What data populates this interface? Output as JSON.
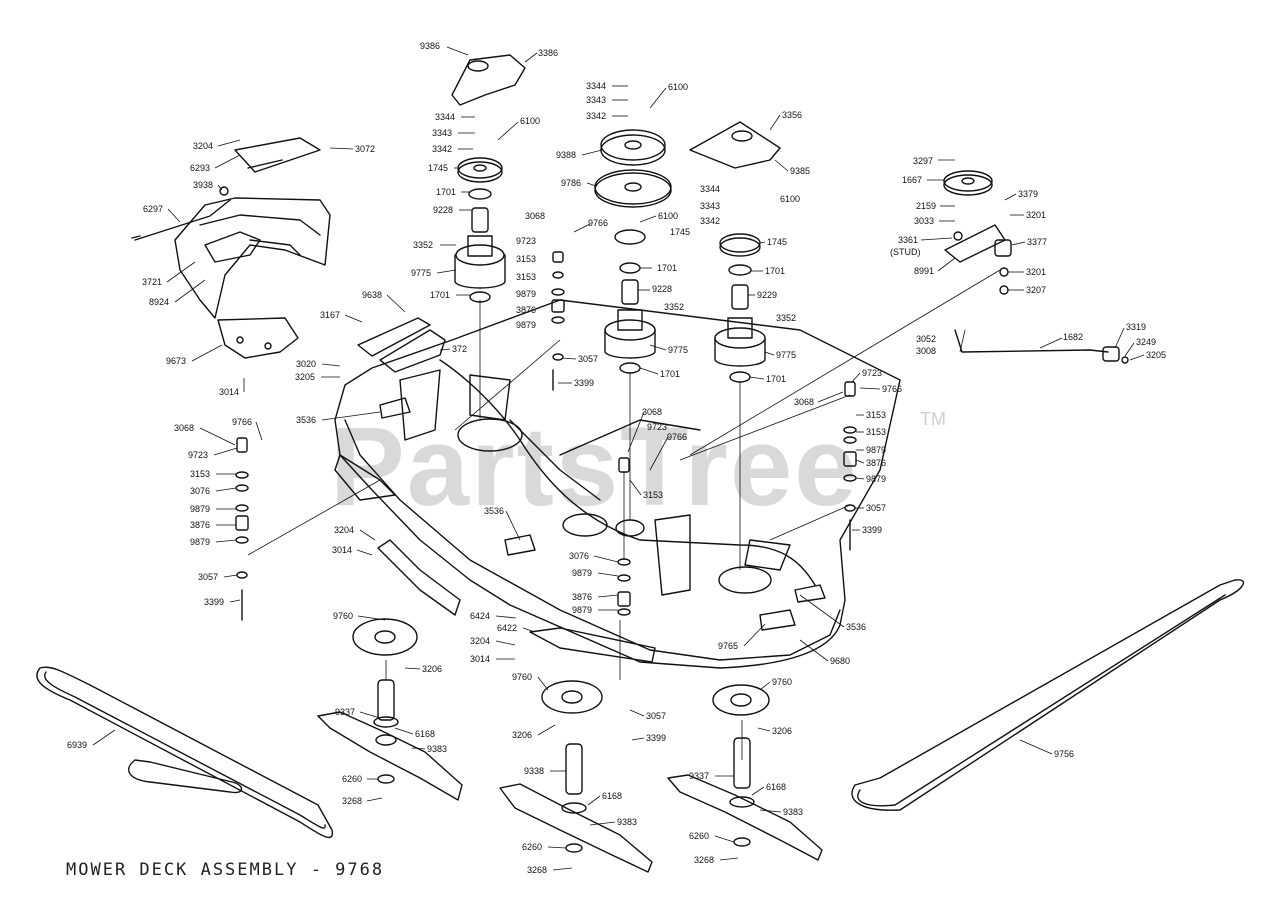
{
  "title": "MOWER DECK ASSEMBLY - 9768",
  "watermark": {
    "text": "PartsTree",
    "mark": "TM"
  },
  "callouts": [
    {
      "id": "p1",
      "text": "9386"
    },
    {
      "id": "p2",
      "text": "3386"
    },
    {
      "id": "p3",
      "text": "3344"
    },
    {
      "id": "p4",
      "text": "3343"
    },
    {
      "id": "p5",
      "text": "3342"
    },
    {
      "id": "p6",
      "text": "6100"
    },
    {
      "id": "p7",
      "text": "3344"
    },
    {
      "id": "p8",
      "text": "3343"
    },
    {
      "id": "p9",
      "text": "3342"
    },
    {
      "id": "p10",
      "text": "6100"
    },
    {
      "id": "p11",
      "text": "1745"
    },
    {
      "id": "p12",
      "text": "1701"
    },
    {
      "id": "p13",
      "text": "9228"
    },
    {
      "id": "p14",
      "text": "3352"
    },
    {
      "id": "p15",
      "text": "9775"
    },
    {
      "id": "p16",
      "text": "1701"
    },
    {
      "id": "p17",
      "text": "3068"
    },
    {
      "id": "p18",
      "text": "9723"
    },
    {
      "id": "p19",
      "text": "9766"
    },
    {
      "id": "p20",
      "text": "3153"
    },
    {
      "id": "p21",
      "text": "3153"
    },
    {
      "id": "p22",
      "text": "9879"
    },
    {
      "id": "p23",
      "text": "3876"
    },
    {
      "id": "p24",
      "text": "9879"
    },
    {
      "id": "p25",
      "text": "9388"
    },
    {
      "id": "p26",
      "text": "9786"
    },
    {
      "id": "p27",
      "text": "6100"
    },
    {
      "id": "p28",
      "text": "1745"
    },
    {
      "id": "p29",
      "text": "1701"
    },
    {
      "id": "p30",
      "text": "9228"
    },
    {
      "id": "p31",
      "text": "3352"
    },
    {
      "id": "p32",
      "text": "9775"
    },
    {
      "id": "p33",
      "text": "1701"
    },
    {
      "id": "p34",
      "text": "3356"
    },
    {
      "id": "p35",
      "text": "9385"
    },
    {
      "id": "p36",
      "text": "3344"
    },
    {
      "id": "p37",
      "text": "3343"
    },
    {
      "id": "p38",
      "text": "3342"
    },
    {
      "id": "p39",
      "text": "6100"
    },
    {
      "id": "p40",
      "text": "1745"
    },
    {
      "id": "p41",
      "text": "1701"
    },
    {
      "id": "p42",
      "text": "9229"
    },
    {
      "id": "p43",
      "text": "3352"
    },
    {
      "id": "p44",
      "text": "9775"
    },
    {
      "id": "p45",
      "text": "1701"
    },
    {
      "id": "p46",
      "text": "3297"
    },
    {
      "id": "p47",
      "text": "1667"
    },
    {
      "id": "p48",
      "text": "3379"
    },
    {
      "id": "p49",
      "text": "2159"
    },
    {
      "id": "p50",
      "text": "3201"
    },
    {
      "id": "p51",
      "text": "3033"
    },
    {
      "id": "p52",
      "text": "3361"
    },
    {
      "id": "p53",
      "text": "(STUD)"
    },
    {
      "id": "p54",
      "text": "3377"
    },
    {
      "id": "p55",
      "text": "8991"
    },
    {
      "id": "p56",
      "text": "3201"
    },
    {
      "id": "p57",
      "text": "3207"
    },
    {
      "id": "p58",
      "text": "3052"
    },
    {
      "id": "p59",
      "text": "3008"
    },
    {
      "id": "p60",
      "text": "1682"
    },
    {
      "id": "p61",
      "text": "3319"
    },
    {
      "id": "p62",
      "text": "3249"
    },
    {
      "id": "p63",
      "text": "3205"
    },
    {
      "id": "p64",
      "text": "3204"
    },
    {
      "id": "p65",
      "text": "6293"
    },
    {
      "id": "p66",
      "text": "3072"
    },
    {
      "id": "p67",
      "text": "3938"
    },
    {
      "id": "p68",
      "text": "6297"
    },
    {
      "id": "p69",
      "text": "3721"
    },
    {
      "id": "p70",
      "text": "8924"
    },
    {
      "id": "p71",
      "text": "9673"
    },
    {
      "id": "p72",
      "text": "3014"
    },
    {
      "id": "p73",
      "text": "3167"
    },
    {
      "id": "p74",
      "text": "9638"
    },
    {
      "id": "p75",
      "text": "3020"
    },
    {
      "id": "p76",
      "text": "3205"
    },
    {
      "id": "p77",
      "text": "372"
    },
    {
      "id": "p78",
      "text": "3536"
    },
    {
      "id": "p79",
      "text": "3057"
    },
    {
      "id": "p80",
      "text": "3399"
    },
    {
      "id": "p81",
      "text": "3068"
    },
    {
      "id": "p82",
      "text": "9766"
    },
    {
      "id": "p83",
      "text": "9723"
    },
    {
      "id": "p84",
      "text": "3153"
    },
    {
      "id": "p85",
      "text": "3076"
    },
    {
      "id": "p86",
      "text": "9879"
    },
    {
      "id": "p87",
      "text": "3876"
    },
    {
      "id": "p88",
      "text": "9879"
    },
    {
      "id": "p89",
      "text": "3057"
    },
    {
      "id": "p90",
      "text": "3399"
    },
    {
      "id": "p91",
      "text": "3068"
    },
    {
      "id": "p92",
      "text": "9723"
    },
    {
      "id": "p93",
      "text": "9766"
    },
    {
      "id": "p94",
      "text": "3153"
    },
    {
      "id": "p95",
      "text": "9723"
    },
    {
      "id": "p96",
      "text": "3068"
    },
    {
      "id": "p97",
      "text": "9766"
    },
    {
      "id": "p98",
      "text": "3153"
    },
    {
      "id": "p99",
      "text": "3153"
    },
    {
      "id": "p100",
      "text": "9879"
    },
    {
      "id": "p101",
      "text": "3876"
    },
    {
      "id": "p102",
      "text": "9879"
    },
    {
      "id": "p103",
      "text": "3057"
    },
    {
      "id": "p104",
      "text": "3399"
    },
    {
      "id": "p105",
      "text": "3536"
    },
    {
      "id": "p106",
      "text": "3204"
    },
    {
      "id": "p107",
      "text": "3014"
    },
    {
      "id": "p108",
      "text": "3076"
    },
    {
      "id": "p109",
      "text": "9879"
    },
    {
      "id": "p110",
      "text": "3876"
    },
    {
      "id": "p111",
      "text": "9879"
    },
    {
      "id": "p112",
      "text": "6424"
    },
    {
      "id": "p113",
      "text": "6422"
    },
    {
      "id": "p114",
      "text": "3204"
    },
    {
      "id": "p115",
      "text": "3014"
    },
    {
      "id": "p116",
      "text": "9765"
    },
    {
      "id": "p117",
      "text": "9680"
    },
    {
      "id": "p118",
      "text": "3536"
    },
    {
      "id": "p119",
      "text": "9760"
    },
    {
      "id": "p120",
      "text": "3206"
    },
    {
      "id": "p121",
      "text": "9337"
    },
    {
      "id": "p122",
      "text": "6168"
    },
    {
      "id": "p123",
      "text": "9383"
    },
    {
      "id": "p124",
      "text": "6260"
    },
    {
      "id": "p125",
      "text": "3268"
    },
    {
      "id": "p126",
      "text": "9760"
    },
    {
      "id": "p127",
      "text": "3206"
    },
    {
      "id": "p128",
      "text": "3057"
    },
    {
      "id": "p129",
      "text": "3399"
    },
    {
      "id": "p130",
      "text": "9338"
    },
    {
      "id": "p131",
      "text": "6168"
    },
    {
      "id": "p132",
      "text": "9383"
    },
    {
      "id": "p133",
      "text": "6260"
    },
    {
      "id": "p134",
      "text": "3268"
    },
    {
      "id": "p135",
      "text": "9760"
    },
    {
      "id": "p136",
      "text": "3206"
    },
    {
      "id": "p137",
      "text": "9337"
    },
    {
      "id": "p138",
      "text": "6168"
    },
    {
      "id": "p139",
      "text": "9383"
    },
    {
      "id": "p140",
      "text": "6260"
    },
    {
      "id": "p141",
      "text": "3268"
    },
    {
      "id": "p142",
      "text": "6939"
    },
    {
      "id": "p143",
      "text": "9756"
    }
  ]
}
